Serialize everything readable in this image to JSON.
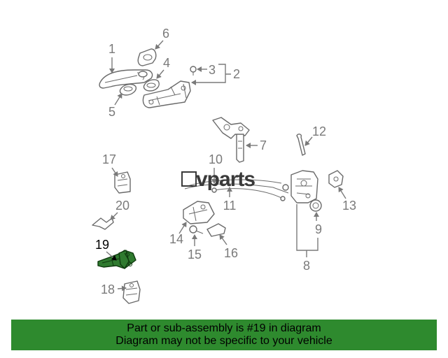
{
  "labels": {
    "p1": "1",
    "p2": "2",
    "p3": "3",
    "p4": "4",
    "p5": "5",
    "p6": "6",
    "p7": "7",
    "p8": "8",
    "p9": "9",
    "p10": "10",
    "p11": "11",
    "p12": "12",
    "p13": "13",
    "p14": "14",
    "p15": "15",
    "p16": "16",
    "p17": "17",
    "p18": "18",
    "p19": "19",
    "p20": "20"
  },
  "highlighted_part": "19",
  "watermark": "vparts",
  "banner": {
    "line1": "Part or sub-assembly is #19 in diagram",
    "line2": "Diagram may not be specific to your vehicle"
  },
  "colors": {
    "banner": "#2e8a2e",
    "highlight_part": "#2f7a2f",
    "label_gray": "#7a7a7a"
  }
}
